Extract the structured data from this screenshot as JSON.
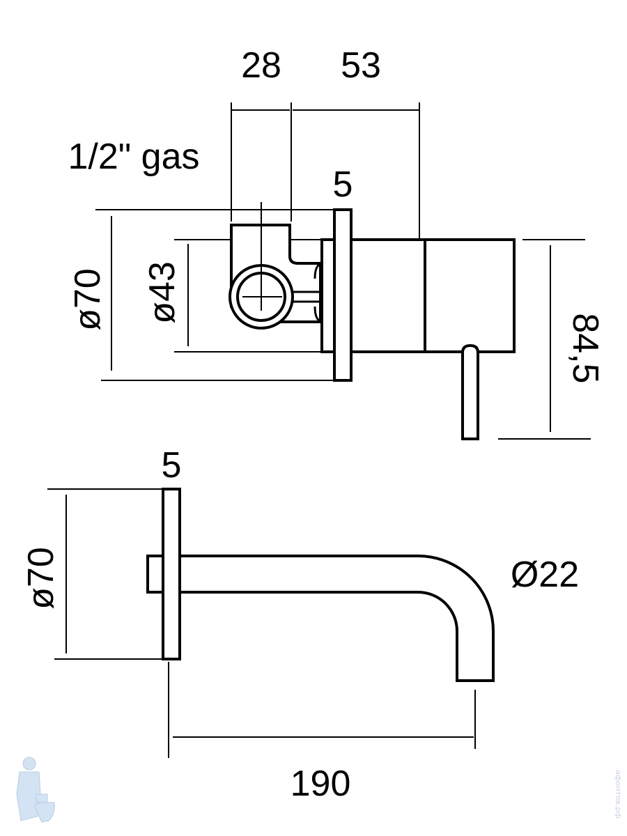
{
  "title": "Wall-mounted mixer and spout dimension drawing",
  "top_view": {
    "dims": {
      "inlet_offset": "28",
      "body_depth": "53",
      "thread": "1/2\" gas",
      "flange_thickness": "5",
      "flange_diameter": "ø70",
      "body_diameter": "ø43",
      "height_with_lever": "84,5"
    }
  },
  "spout_view": {
    "dims": {
      "flange_thickness": "5",
      "flange_diameter": "ø70",
      "pipe_diameter": "Ø22",
      "projection": "190"
    }
  },
  "watermark": {
    "text": "афонтов.рф",
    "logo": "plumber-with-toilet-logo"
  },
  "colors": {
    "line": "#000000",
    "watermark": "#c8d4e4"
  }
}
